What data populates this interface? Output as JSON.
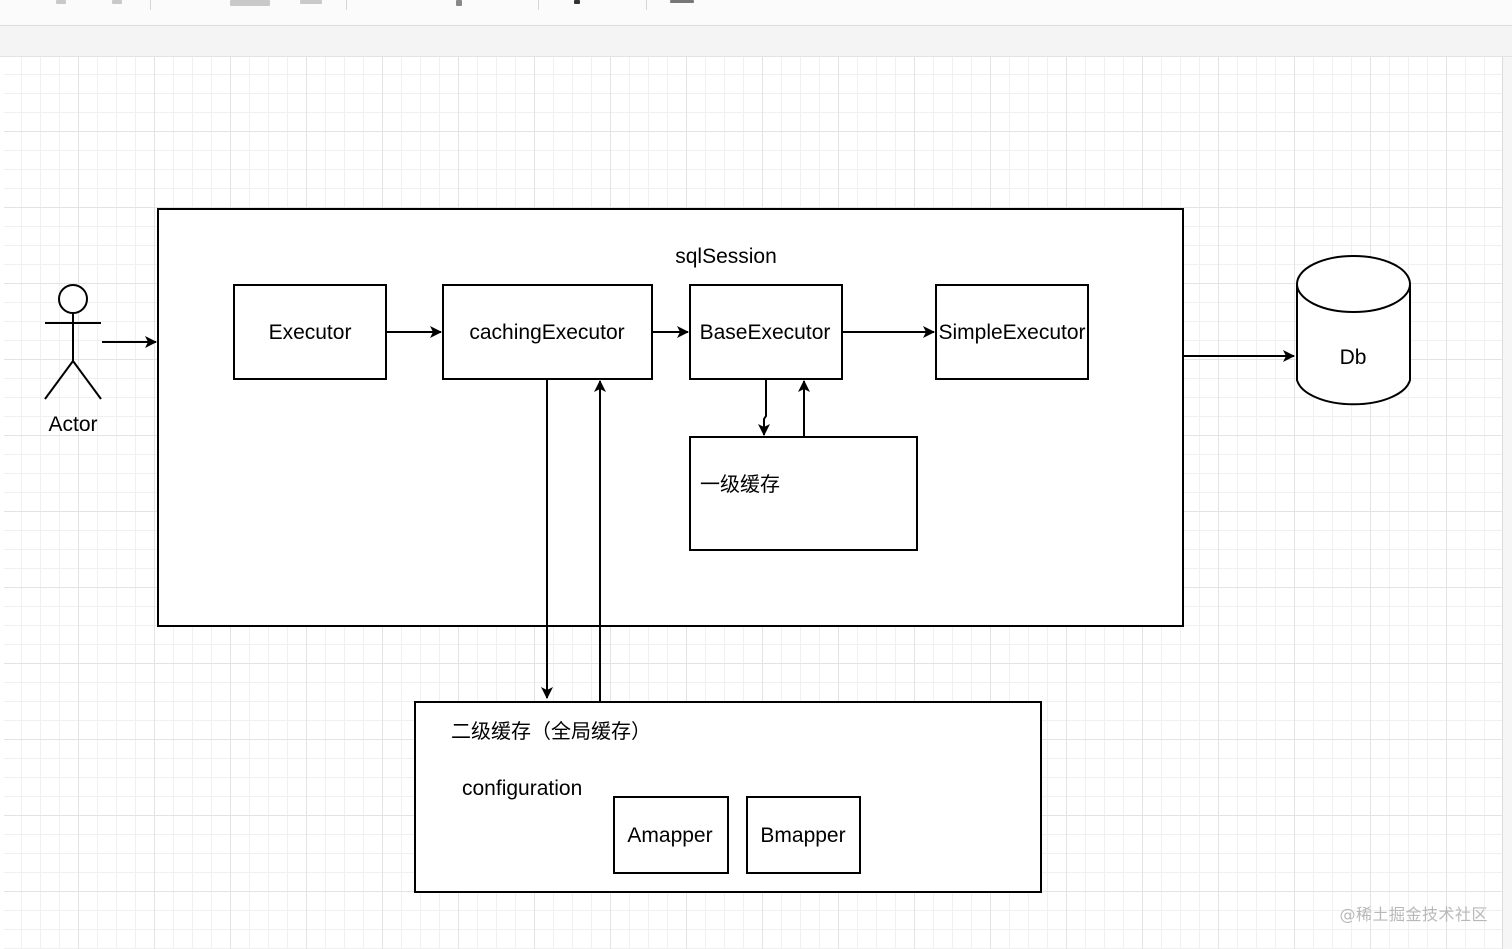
{
  "diagram": {
    "actor": {
      "label": "Actor"
    },
    "session": {
      "label": "sqlSession"
    },
    "nodes": {
      "executor": "Executor",
      "caching_executor": "cachingExecutor",
      "base_executor": "BaseExecutor",
      "simple_executor": "SimpleExecutor",
      "local_cache": "一级缓存"
    },
    "database": {
      "label": "Db"
    },
    "second_level_cache": {
      "label": "二级缓存（全局缓存）",
      "configuration_label": "configuration",
      "mappers": [
        "Amapper",
        "Bmapper"
      ]
    }
  },
  "watermark": "@稀土掘金技术社区"
}
